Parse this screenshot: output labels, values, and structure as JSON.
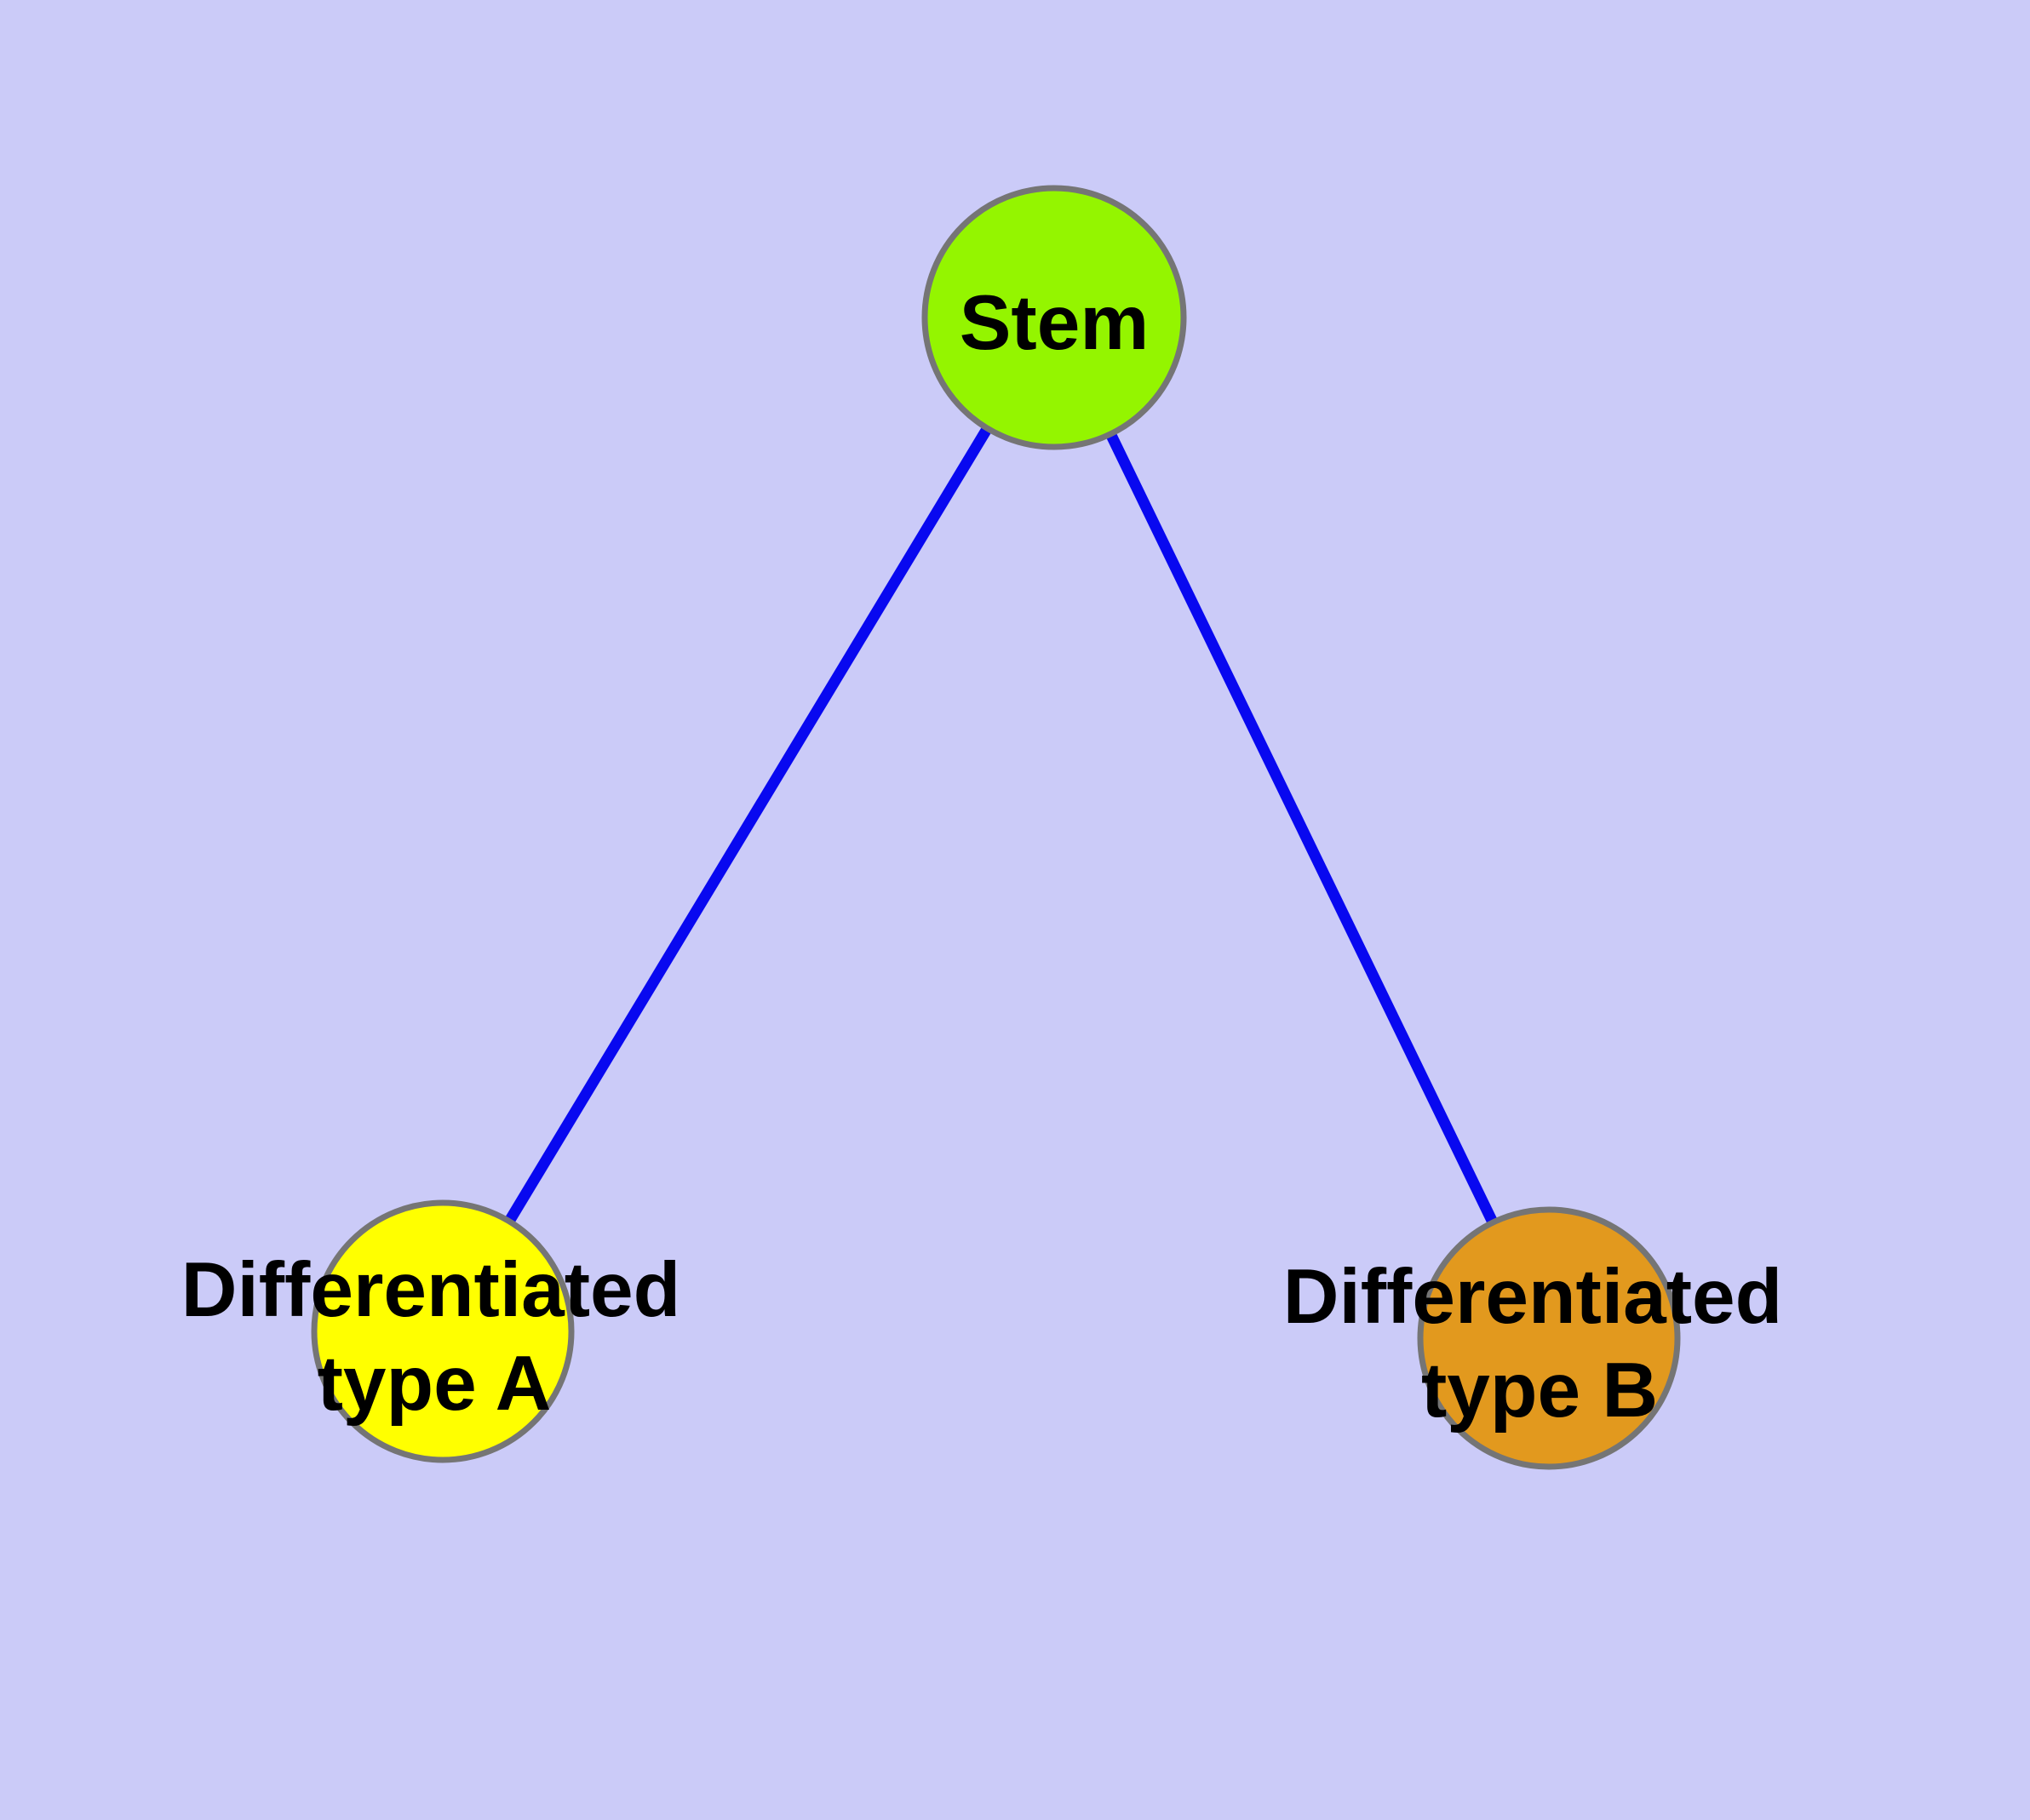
{
  "diagram": {
    "background_color": "#cbcbf8",
    "edge_color": "#0808f0",
    "node_border_color": "#757575",
    "label_color": "#000000",
    "nodes": {
      "stem": {
        "label": "Stem",
        "fill": "#94f500"
      },
      "type_a": {
        "label_line1": "Differentiated",
        "label_line2": "type A",
        "fill": "#ffff00"
      },
      "type_b": {
        "label_line1": "Differentiated",
        "label_line2": "type B",
        "fill": "#e2991e"
      }
    },
    "edges": [
      {
        "from": "Stem",
        "to": "Differentiated type A"
      },
      {
        "from": "Stem",
        "to": "Differentiated type B"
      }
    ]
  }
}
